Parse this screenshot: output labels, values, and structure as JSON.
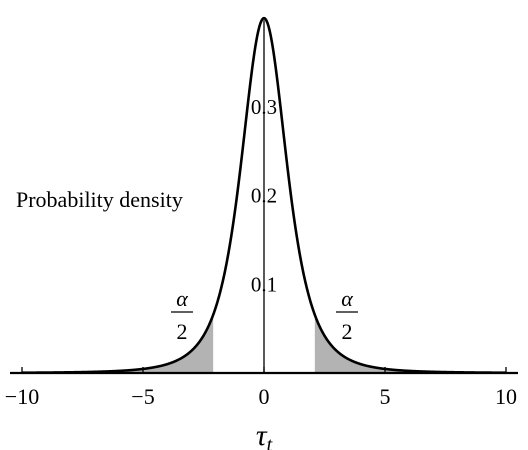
{
  "chart_data": {
    "type": "area",
    "title": "",
    "distribution": "Student t (density curve)",
    "xlabel": "τ",
    "xlabel_subscript": "t",
    "ylabel": "Probability density",
    "xlim": [
      -10,
      10
    ],
    "ylim": [
      0,
      0.4
    ],
    "x_ticks": [
      {
        "value": -10,
        "label": "−10"
      },
      {
        "value": -5,
        "label": "−5"
      },
      {
        "value": 0,
        "label": "0"
      },
      {
        "value": 5,
        "label": "5"
      },
      {
        "value": 10,
        "label": "10"
      }
    ],
    "y_ticks": [
      {
        "value": 0.1,
        "label": "0.1"
      },
      {
        "value": 0.2,
        "label": "0.2"
      },
      {
        "value": 0.3,
        "label": "0.3"
      }
    ],
    "peak_density": 0.4,
    "critical_value": 2.1,
    "shaded_tails": [
      {
        "from": -10,
        "to": -2.1,
        "label_num": "α",
        "label_den": "2"
      },
      {
        "from": 2.1,
        "to": 10,
        "label_num": "α",
        "label_den": "2"
      }
    ],
    "colors": {
      "curve": "#000000",
      "tail_fill": "#b3b3b3",
      "axis": "#000000"
    },
    "grid": false,
    "legend": "none"
  }
}
